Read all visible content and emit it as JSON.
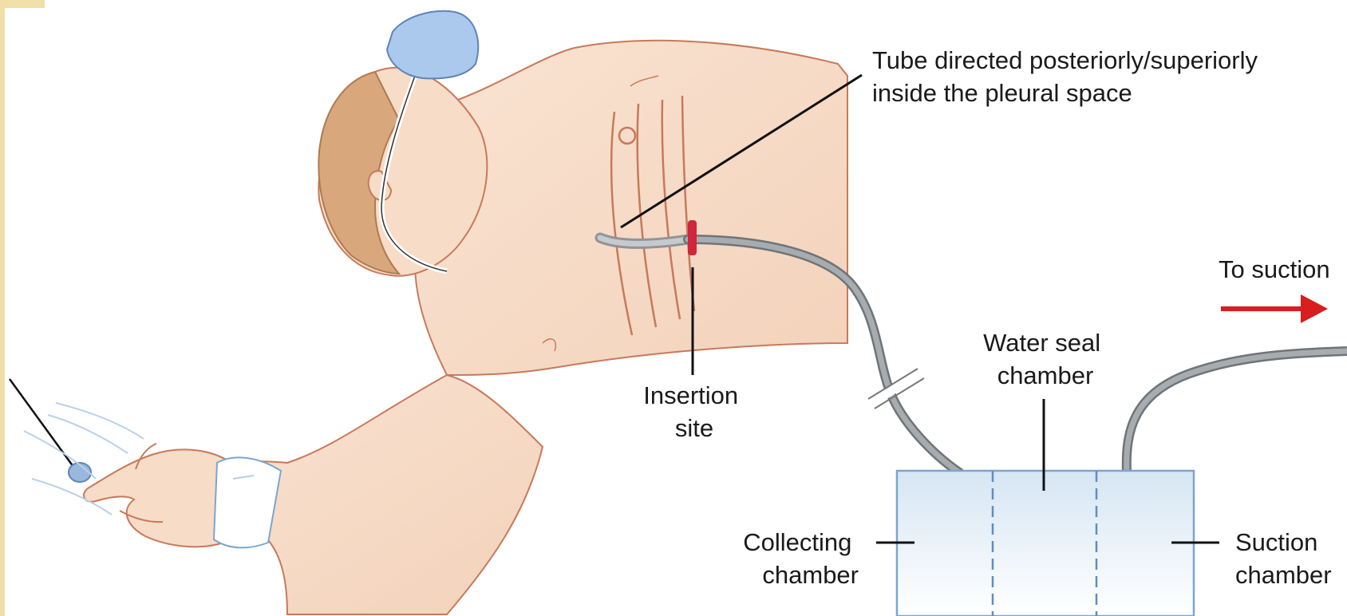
{
  "labels": {
    "tube_direction": [
      "Tube directed posteriorly/superiorly",
      "inside the pleural space"
    ],
    "insertion_site": [
      "Insertion",
      "site"
    ],
    "to_suction": "To suction",
    "water_seal_chamber": [
      "Water seal",
      "chamber"
    ],
    "collecting_chamber": [
      "Collecting",
      "chamber"
    ],
    "suction_chamber": [
      "Suction",
      "chamber"
    ]
  },
  "icons": {
    "suction_arrow": "arrow-right-icon"
  },
  "colors": {
    "skin": "#f6ddc8",
    "skin_outline": "#c8795a",
    "hair": "#d8a77b",
    "tube": "#8f9499",
    "insertion_mark": "#d0253a",
    "suction_arrow": "#d81e1e",
    "chamber_fill": "#dceaf5",
    "chamber_outline": "#7aa6cf",
    "mask": "#aac9ec"
  }
}
